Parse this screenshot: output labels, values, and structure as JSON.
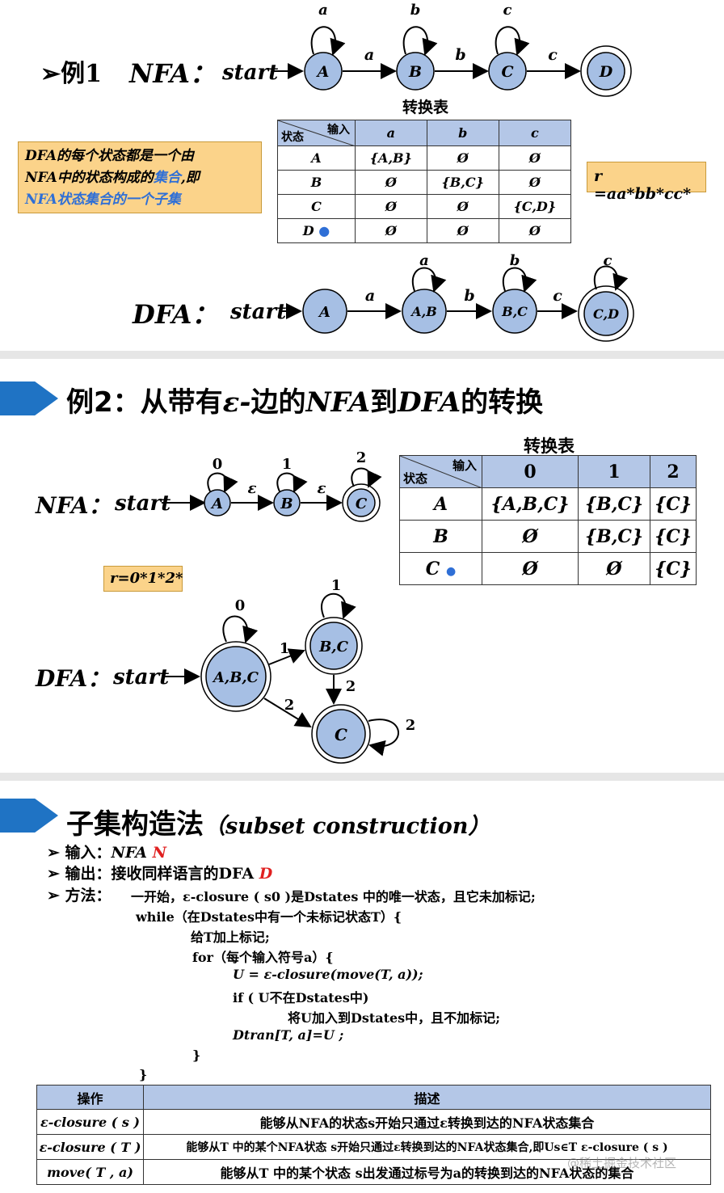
{
  "example1": {
    "heading_prefix": "➢例1",
    "heading_nfa": "NFA：",
    "start": "start",
    "nfa_states": [
      "A",
      "B",
      "C",
      "D"
    ],
    "nfa_loops": [
      "a",
      "b",
      "c"
    ],
    "nfa_edges": [
      "a",
      "b",
      "c"
    ],
    "table_title": "转换表",
    "table_corner_input": "输入",
    "table_corner_state": "状态",
    "table_headers": [
      "a",
      "b",
      "c"
    ],
    "table_rows": [
      {
        "state": "A",
        "cells": [
          "{A,B}",
          "Ø",
          "Ø"
        ]
      },
      {
        "state": "B",
        "cells": [
          "Ø",
          "{B,C}",
          "Ø"
        ]
      },
      {
        "state": "C",
        "cells": [
          "Ø",
          "Ø",
          "{C,D}"
        ]
      },
      {
        "state": "D",
        "cells": [
          "Ø",
          "Ø",
          "Ø"
        ]
      }
    ],
    "note_line1": "DFA的每个状态都是一个由",
    "note_line2_a": "NFA中的状态构成的",
    "note_line2_b": "集合",
    "note_line2_c": ",即",
    "note_line3": "NFA状态集合的一个子集",
    "regex": "r =aa*bb*cc*",
    "dfa_label": "DFA：",
    "dfa_start": "start",
    "dfa_states": [
      "A",
      "A,B",
      "B,C",
      "C,D"
    ],
    "dfa_loops": [
      "a",
      "b",
      "c"
    ],
    "dfa_edges": [
      "a",
      "b",
      "c"
    ]
  },
  "example2": {
    "title_prefix": "例2：从带有",
    "title_eps": "ε-",
    "title_mid": "边的",
    "title_nfa": "NFA",
    "title_to": "到",
    "title_dfa": "DFA",
    "title_suffix": "的转换",
    "nfa_label": "NFA：",
    "start": "start",
    "nfa_states": [
      "A",
      "B",
      "C"
    ],
    "nfa_loops": [
      "0",
      "1",
      "2"
    ],
    "nfa_edges": [
      "ε",
      "ε"
    ],
    "table_title": "转换表",
    "table_corner_input": "输入",
    "table_corner_state": "状态",
    "table_headers": [
      "0",
      "1",
      "2"
    ],
    "table_rows": [
      {
        "state": "A",
        "cells": [
          "{A,B,C}",
          "{B,C}",
          "{C}"
        ]
      },
      {
        "state": "B",
        "cells": [
          "Ø",
          "{B,C}",
          "{C}"
        ]
      },
      {
        "state": "C",
        "cells": [
          "Ø",
          "Ø",
          "{C}"
        ]
      }
    ],
    "regex": "r=0*1*2*",
    "dfa_label": "DFA：",
    "dfa_start": "start",
    "dfa_states": [
      "A,B,C",
      "B,C",
      "C"
    ],
    "dfa_loops": [
      "0",
      "1",
      "2"
    ],
    "dfa_edges": [
      "1",
      "2",
      "2"
    ]
  },
  "subset": {
    "title": "子集构造法",
    "title_en": "（subset construction）",
    "input_label": "➢ 输入：",
    "input_value": "NFA ",
    "input_symbol": "N",
    "output_label": "➢ 输出：",
    "output_value": "接收同样语言的DFA ",
    "output_symbol": "D",
    "method_label": "➢ 方法：",
    "code_lines": [
      "一开始，ε-closure ( s0 )是Dstates 中的唯一状态，且它未加标记;",
      "while（在Dstates中有一个未标记状态T）{",
      "给T加上标记;",
      "for（每个输入符号a）{",
      "U = ε-closure(move(T, a));",
      "if ( U不在Dstates中)",
      "将U加入到Dstates中，且不加标记;",
      "Dtran[T, a]=U ;",
      "}",
      "}"
    ],
    "op_table_headers": [
      "操作",
      "描述"
    ],
    "op_table_rows": [
      {
        "op": "ε-closure ( s )",
        "desc": "能够从NFA的状态s开始只通过ε转换到达的NFA状态集合"
      },
      {
        "op": "ε-closure ( T )",
        "desc": "能够从T 中的某个NFA状态 s开始只通过ε转换到达的NFA状态集合,即Us∈T ε-closure ( s )"
      },
      {
        "op": "move( T , a)",
        "desc": "能够从T 中的某个状态 s出发通过标号为a的转换到达的NFA状态的集合"
      }
    ],
    "watermark": "@稀土掘金技术社区"
  },
  "colors": {
    "state_fill": "#a6bfe4",
    "header_fill": "#b4c7e7",
    "note_fill": "#fbd38a",
    "banner": "#1f73c4",
    "highlight_blue": "#2f6fd6",
    "highlight_red": "#e02020"
  }
}
